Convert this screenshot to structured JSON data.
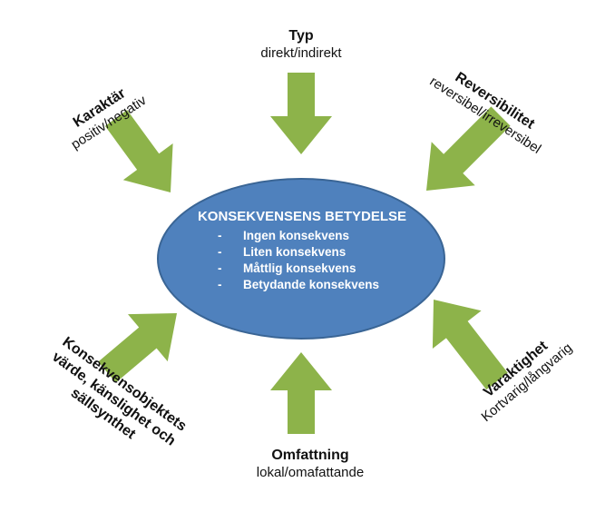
{
  "center": {
    "title": "KONSEKVENSENS BETYDELSE",
    "items": [
      "Ingen konsekvens",
      "Liten konsekvens",
      "Måttlig konsekvens",
      "Betydande konsekvens"
    ]
  },
  "factors": {
    "typ": {
      "title": "Typ",
      "text": "direkt/indirekt"
    },
    "karaktar": {
      "title": "Karaktär",
      "text": "positiv/negativ"
    },
    "reversibilitet": {
      "title": "Reversibilitet",
      "text": "reversibel/irreversibel"
    },
    "varaktighet": {
      "title": "Varaktighet",
      "text": "Kortvarig/långvarig"
    },
    "omfattning": {
      "title": "Omfattning",
      "text": "lokal/omafattande"
    },
    "konsekvensobjekt": {
      "lines": [
        "Konsekvensobjektets",
        "värde, känslighet och",
        "sällsynthet"
      ]
    }
  },
  "colors": {
    "ellipse": "#4f81bd",
    "ellipse_border": "#3a6595",
    "arrow": "#8db34a",
    "text": "#111111"
  }
}
